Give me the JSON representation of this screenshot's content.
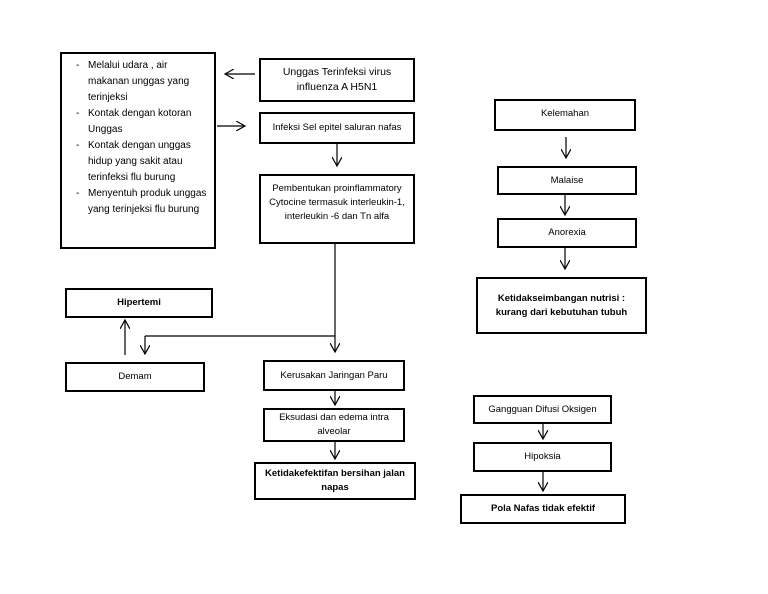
{
  "left_list": {
    "items": [
      "Melalui udara , air makanan unggas yang terinjeksi",
      "Kontak dengan kotoran Unggas",
      "Kontak dengan unggas hidup yang sakit atau terinfeksi flu burung",
      "Menyentuh produk unggas yang terinjeksi flu burung"
    ]
  },
  "nodes": {
    "unggas": "Unggas Terinfeksi virus influenza A H5N1",
    "infeksi": "Infeksi Sel epitel saluran nafas",
    "pembentukan": "Pembentukan proinflammatory Cytocine termasuk interleukin-1, interleukin -6 dan Tn alfa",
    "hipertemi": "Hipertemi",
    "demam": "Demam",
    "kerusakan": "Kerusakan Jaringan Paru",
    "eksudasi": "Eksudasi dan edema intra alveolar",
    "ketidakefektifan": "Ketidakefektifan bersihan jalan napas",
    "kelemahan": "Kelemahan",
    "malaise": "Malaise",
    "anorexia": "Anorexia",
    "ketidakseimbangan": "Ketidakseimbangan nutrisi : kurang dari kebutuhan tubuh",
    "gangguan": "Gangguan Difusi Oksigen",
    "hipoksia": "Hipoksia",
    "pola": "Pola Nafas tidak efektif"
  }
}
